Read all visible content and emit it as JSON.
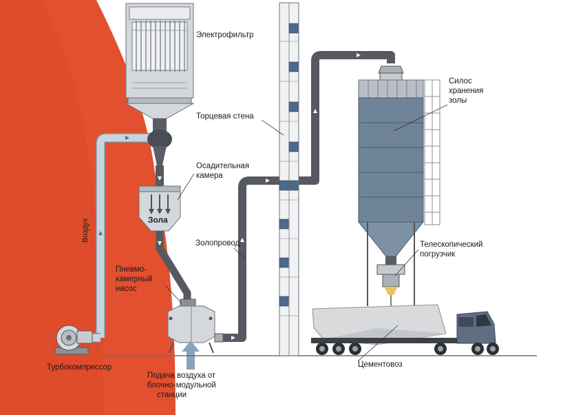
{
  "labels": {
    "electrofilter": "Электрофильтр",
    "end_wall": "Торцевая стена",
    "settling_chamber_1": "Осадительная",
    "settling_chamber_2": "камера",
    "ash_hopper": "Зола",
    "ash_line": "Золопровод",
    "pump_1": "Пневмо-",
    "pump_2": "камерный",
    "pump_3": "насос",
    "air": "Воздух",
    "turbocompressor": "Турбокомпрессор",
    "air_supply_1": "Подача воздуха от",
    "air_supply_2": "блочно-модульной",
    "air_supply_3": "станции",
    "silo_1": "Силос",
    "silo_2": "хранения",
    "silo_3": "золы",
    "loader_1": "Телескопический",
    "loader_2": "погрузчик",
    "truck": "Цементовоз"
  },
  "colors": {
    "background_accent": "#e2502f",
    "ash_pipe": "#56595f",
    "air_pipe": "#c9d4de",
    "silo_body": "#6f8399",
    "truck_cab": "#5f6e80",
    "tank": "#d9dadc",
    "arrow": "#ffffff"
  }
}
